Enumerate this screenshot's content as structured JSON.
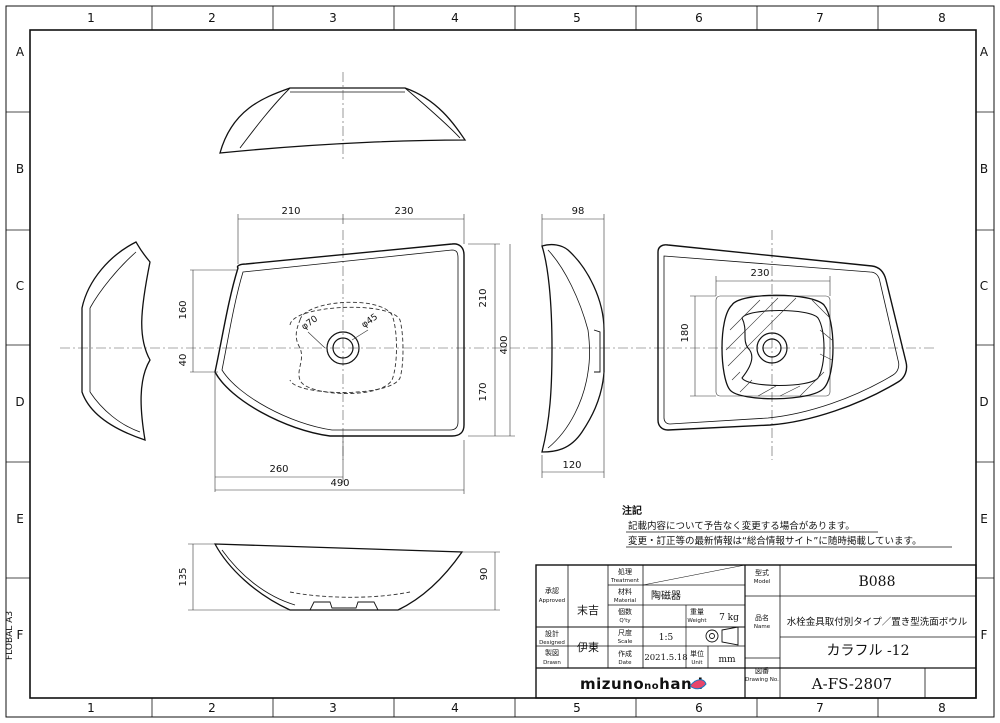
{
  "frame": {
    "cols": [
      "1",
      "2",
      "3",
      "4",
      "5",
      "6",
      "7",
      "8"
    ],
    "rows": [
      "A",
      "B",
      "C",
      "D",
      "E",
      "F"
    ],
    "side_label": "FLOBAL A3"
  },
  "dimensions": {
    "top_left": "210",
    "top_right": "230",
    "right_top": "210",
    "right_total": "400",
    "right_bottom": "170",
    "left_160": "160",
    "left_40": "40",
    "bottom_260": "260",
    "bottom_490": "490",
    "side_98": "98",
    "side_120": "120",
    "under_230": "230",
    "under_180": "180",
    "front_135": "135",
    "front_90": "90",
    "phi70": "φ70",
    "phi45": "φ45"
  },
  "notes": {
    "title": "注記",
    "line1": "記載内容について予告なく変更する場合があります。",
    "line2": "変更・訂正等の最新情報は“総合情報サイト”に随時掲載しています。"
  },
  "title_block": {
    "treatment_jp": "処理",
    "treatment_en": "Treatment",
    "material_jp": "材料",
    "material_en": "Material",
    "material_val": "陶磁器",
    "qty_jp": "個数",
    "qty_en": "Q'ty",
    "weight_jp": "重量",
    "weight_en": "Weight",
    "weight_val": "7 kg",
    "approved_jp": "承認",
    "approved_en": "Approved",
    "approved_val": "末吉",
    "designed_jp": "設計",
    "designed_en": "Designed",
    "drawn_jp": "製図",
    "drawn_en": "Drawn",
    "designed_val": "伊東",
    "scale_jp": "尺度",
    "scale_en": "Scale",
    "scale_val": "1:5",
    "date_jp": "作成",
    "date_en": "Date",
    "date_val": "2021.5.18",
    "unit_jp": "単位",
    "unit_en": "Unit",
    "unit_val": "mm",
    "model_jp": "型式",
    "model_en": "Model",
    "model_val": "B088",
    "name_jp": "品名",
    "name_en": "Name",
    "name_val": "水栓金具取付別タイプ／置き型洗面ボウル",
    "series_val": "カラフル -12",
    "drawing_jp": "図番",
    "drawing_en": "Drawing No.",
    "drawing_val": "A-FS-2807",
    "logo_main": "mizuno",
    "logo_small": "no",
    "logo_tail": "hand"
  }
}
